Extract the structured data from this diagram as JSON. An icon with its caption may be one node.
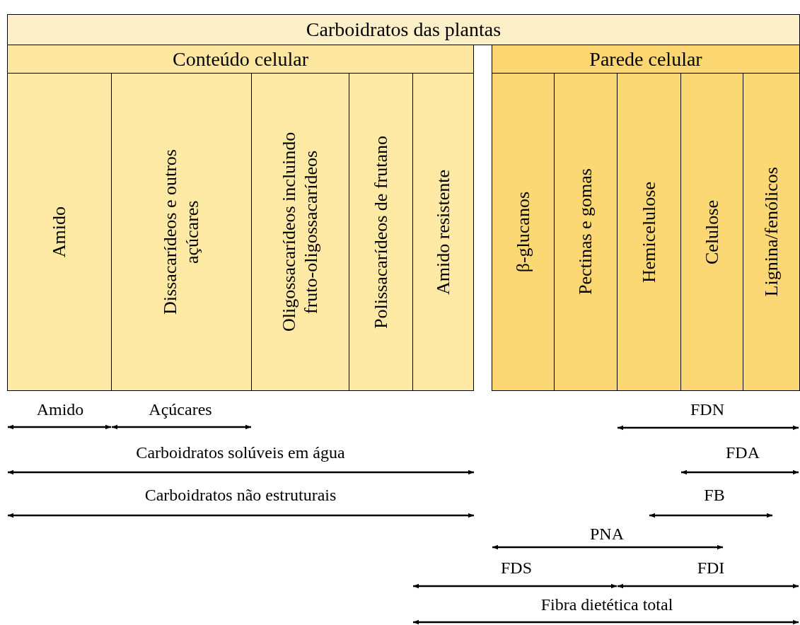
{
  "diagram": {
    "nodes": [
      {
        "text": [
          "Carboidratos das plantas"
        ]
      },
      {
        "text": [
          "Conteúdo celular"
        ]
      },
      {
        "text": [
          "Parede celular"
        ]
      },
      {
        "text": [
          "Amido"
        ]
      },
      {
        "text": [
          "Dissacarídeos e outros açúcares"
        ]
      },
      {
        "text": [
          "Oligossacarídeos incluindo fruto-oligossacarídeos"
        ]
      },
      {
        "text": [
          "Polissacarídeos de frutano"
        ]
      },
      {
        "text": [
          "Amido resistente"
        ]
      },
      {
        "text": [
          "β-glucanos"
        ]
      },
      {
        "text": [
          "Pectinas e gomas"
        ]
      },
      {
        "text": [
          "Hemicelulose"
        ]
      },
      {
        "text": [
          "Celulose"
        ]
      },
      {
        "text": [
          "Lignina/fenólicos"
        ]
      }
    ],
    "edges": [],
    "labels": [
      "Amido",
      "Açúcares",
      "FDN",
      "Carboidratos solúveis em água",
      "FDA",
      "Carboidratos não estruturais",
      "FB",
      "PNA",
      "FDS",
      "FDI",
      "Fibra dietética total"
    ]
  }
}
